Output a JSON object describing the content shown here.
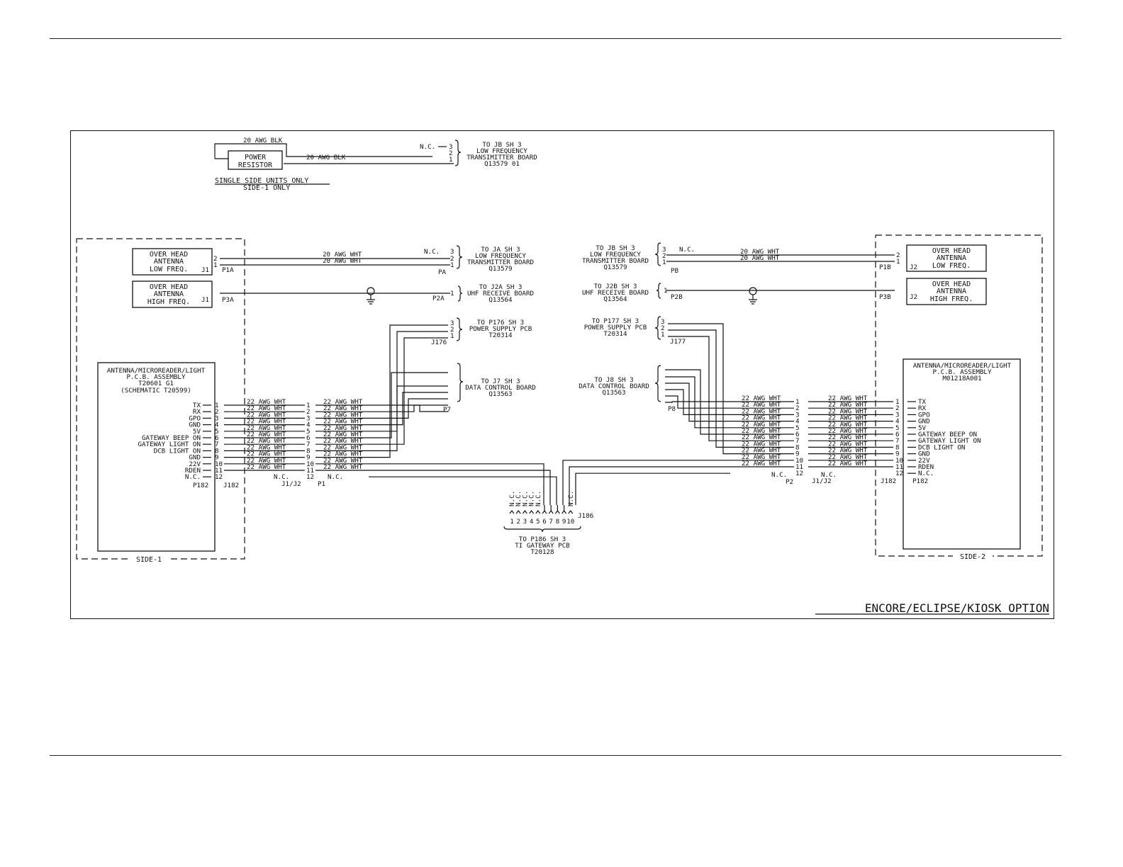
{
  "resistor": {
    "label1": "POWER",
    "label2": "RESISTOR",
    "wire_top": "20 AWG BLK",
    "wire_mid": "20 AWG BLK",
    "note1": "SINGLE SIDE UNITS ONLY",
    "note2": "SIDE-1 ONLY",
    "pins": [
      "3",
      "2",
      "1"
    ],
    "nc": "N.C.",
    "dest": [
      "TO JB SH 3",
      "LOW FREQUENCY",
      "TRANSIMITTER BOARD",
      "Q13579 01"
    ]
  },
  "side1": {
    "label": "SIDE-1",
    "ant_low": [
      "OVER HEAD",
      "ANTENNA",
      "LOW FREQ."
    ],
    "ant_high": [
      "OVER HEAD",
      "ANTENNA",
      "HIGH FREQ."
    ],
    "j1": "J1",
    "p1a": "P1A",
    "p3a": "P3A",
    "pa": "PA",
    "p2a": "P2A",
    "low_wires": [
      "20 AWG WHT",
      "20 AWG WHT"
    ],
    "low_pins": [
      "2",
      "1"
    ],
    "to_ja": [
      "TO JA SH 3",
      "LOW FREQUENCY",
      "TRANSMITTER BOARD",
      "Q13579"
    ],
    "to_j2a": [
      "TO J2A SH 3",
      "UHF RECEIVE BOARD",
      "Q13564"
    ],
    "to_p176": [
      "TO P176 SH 3",
      "POWER SUPPLY PCB",
      "T20314"
    ],
    "to_j7": [
      "TO J7 SH 3",
      "DATA CONTROL BOARD",
      "Q13563"
    ],
    "j176": "J176",
    "p7": "P7",
    "pcb": [
      "ANTENNA/MICROREADER/LIGHT",
      "P.C.B. ASSEMBLY",
      "T20601 G1",
      "(SCHEMATIC T20599)"
    ],
    "signals": [
      "TX",
      "RX",
      "GPO",
      "GND",
      "5V",
      "GATEWAY BEEP ON",
      "GATEWAY LIGHT ON",
      "DCB LIGHT ON",
      "GND",
      "22V",
      "RDEN",
      "N.C."
    ],
    "p182": "P182",
    "j182": "J182",
    "nc_left": "N.C.",
    "nc_right": "N.C.",
    "j1j2": "J1/J2",
    "p1": "P1"
  },
  "side2": {
    "label": "SIDE-2",
    "ant_low": [
      "OVER HEAD",
      "ANTENNA",
      "LOW FREQ."
    ],
    "ant_high": [
      "OVER HEAD",
      "ANTENNA",
      "HIGH FREQ."
    ],
    "j2": "J2",
    "p1b": "P1B",
    "p3b": "P3B",
    "pb": "PB",
    "p2b": "P2B",
    "low_wires": [
      "20 AWG WHT",
      "20 AWG WHT"
    ],
    "to_jb": [
      "TO JB SH 3",
      "LOW FREQUENCY",
      "TRANSMITTER BOARD",
      "Q13579"
    ],
    "to_j2b": [
      "TO J2B SH 3",
      "UHF RECEIVE BOARD",
      "Q13564"
    ],
    "to_p177": [
      "TO P177 SH 3",
      "POWER SUPPLY PCB",
      "T20314"
    ],
    "to_j8": [
      "TO J8 SH 3",
      "DATA CONTROL BOARD",
      "Q13563"
    ],
    "j177": "J177",
    "p8": "P8",
    "pcb": [
      "ANTENNA/MICROREADER/LIGHT",
      "P.C.B. ASSEMBLY",
      "M01218A001"
    ],
    "signals": [
      "TX",
      "RX",
      "GPO",
      "GND",
      "5V",
      "GATEWAY BEEP ON",
      "GATEWAY LIGHT ON",
      "DCB LIGHT ON",
      "GND",
      "22V",
      "RDEN",
      "N.C."
    ],
    "p182": "P182",
    "j182": "J182",
    "nc_left": "N.C.",
    "nc_right": "N.C.",
    "j1j2": "J1/J2",
    "p2": "P2"
  },
  "wire22": "22 AWG WHT",
  "gateway": {
    "j186": "J186",
    "pins": [
      "1",
      "2",
      "3",
      "4",
      "5",
      "6",
      "7",
      "8",
      "9",
      "10"
    ],
    "nc": "N.C.",
    "dest": [
      "TO P186 SH 3",
      "TI GATEWAY PCB",
      "T20128"
    ]
  },
  "title": "ENCORE/ECLIPSE/KIOSK OPTION"
}
